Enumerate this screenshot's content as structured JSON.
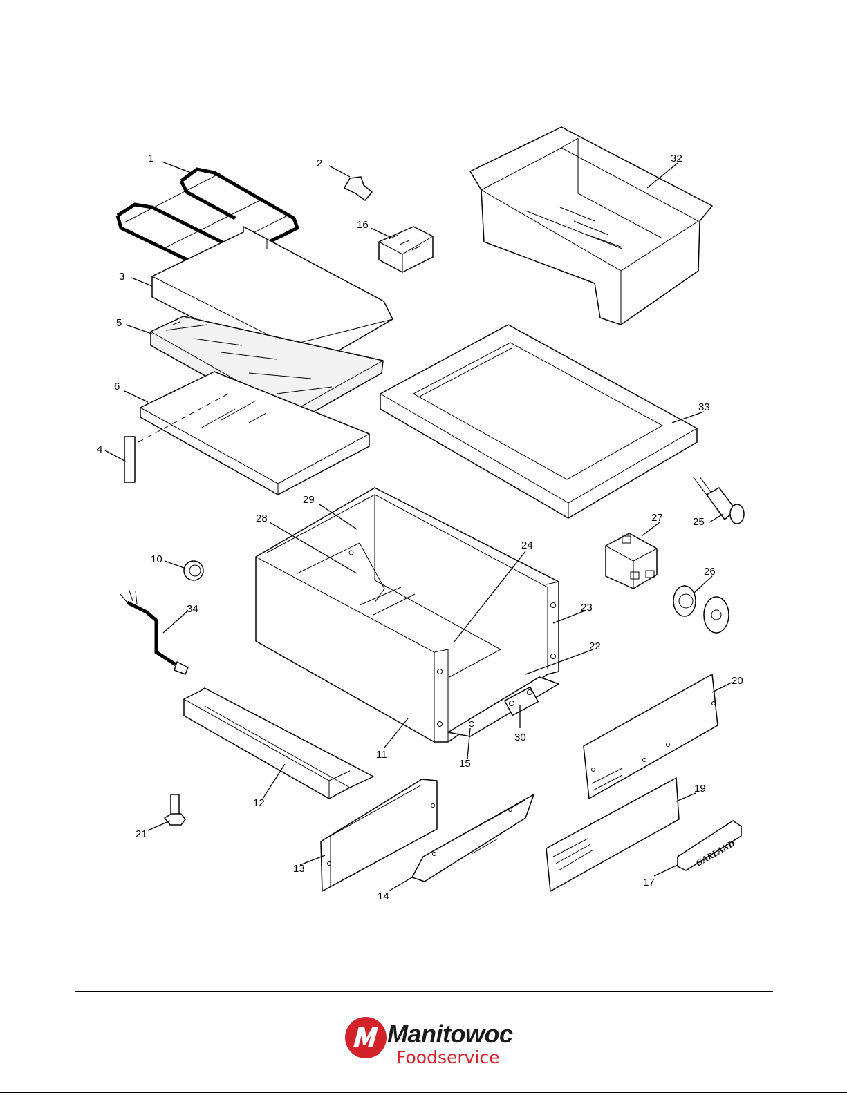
{
  "diagram": {
    "callouts": [
      "1",
      "2",
      "3",
      "4",
      "5",
      "6",
      "10",
      "11",
      "12",
      "13",
      "14",
      "15",
      "16",
      "17",
      "19",
      "20",
      "21",
      "22",
      "23",
      "24",
      "25",
      "26",
      "27",
      "28",
      "29",
      "30",
      "32",
      "33",
      "34"
    ],
    "nameplate_text": "GARLAND"
  },
  "footer": {
    "brand": "Manitowoc",
    "brand_sub": "Foodservice",
    "brand_color": "#d2232a"
  }
}
